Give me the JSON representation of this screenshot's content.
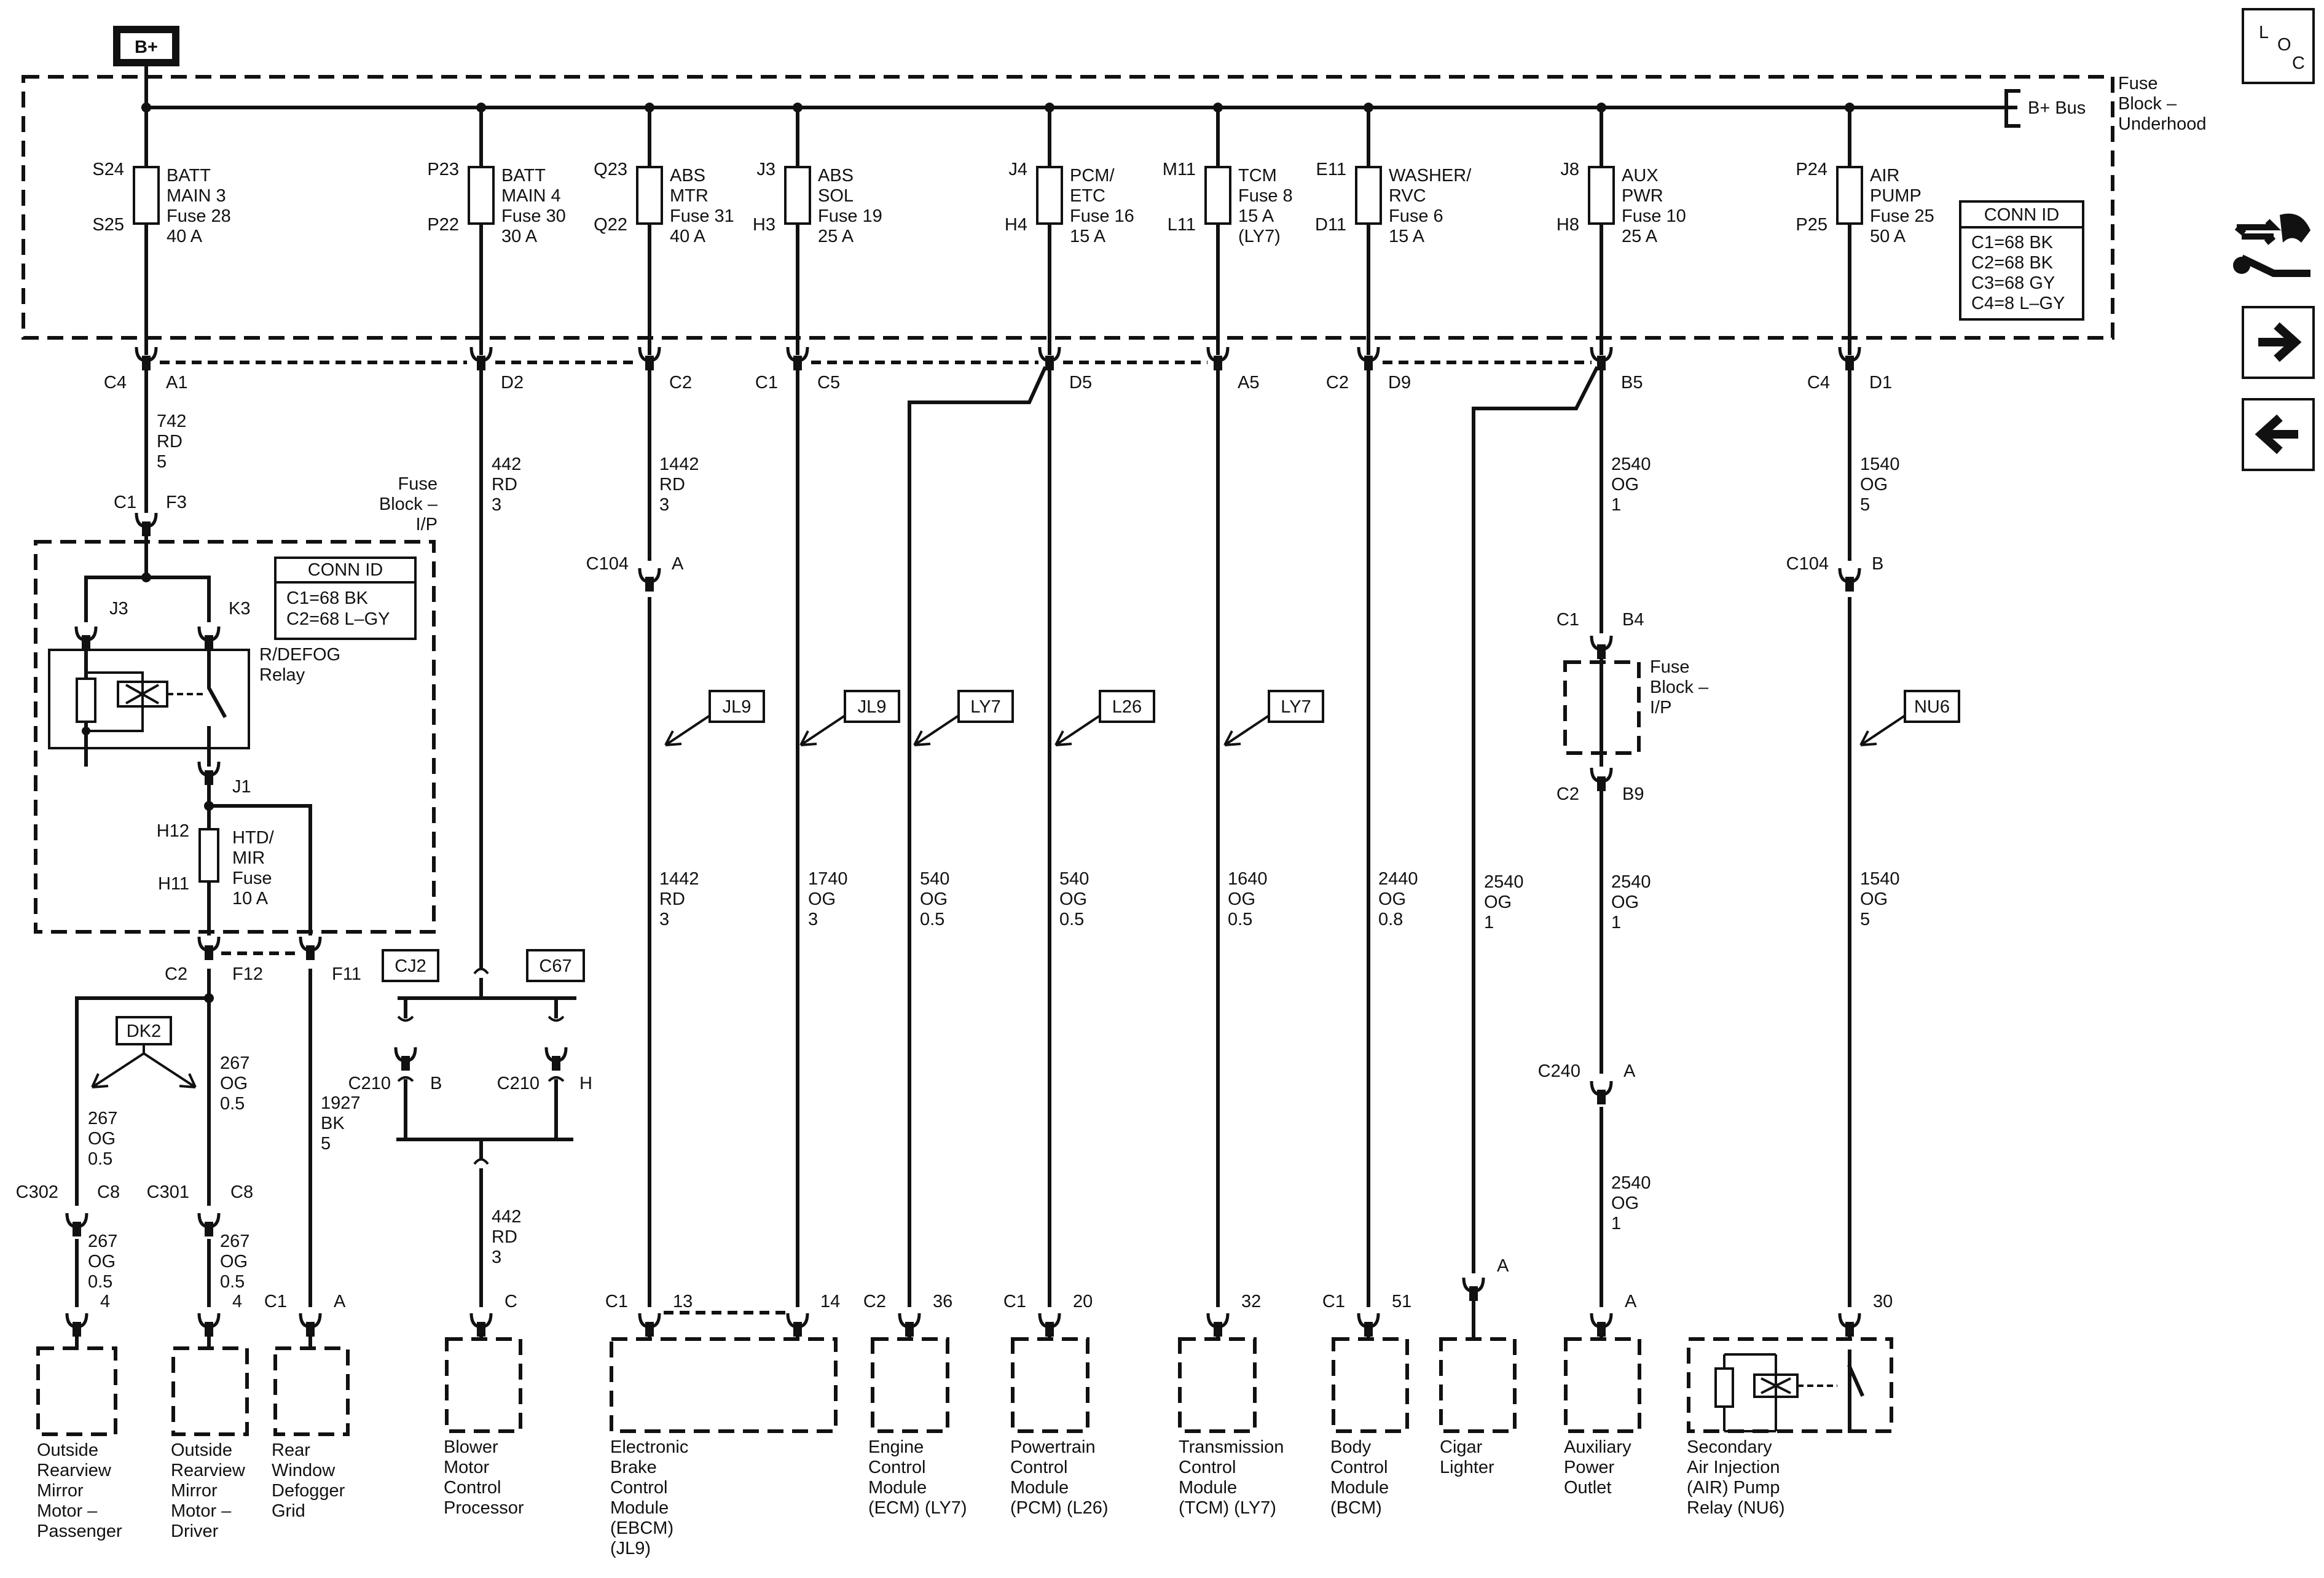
{
  "top": {
    "bplus": "B+",
    "bus_label": "B+ Bus",
    "fuse_block_uh": [
      "Fuse",
      "Block –",
      "Underhood"
    ],
    "conn_id_uh": {
      "title": "CONN ID",
      "rows": [
        "C1=68 BK",
        "C2=68 BK",
        "C3=68 GY",
        "C4=8 L–GY"
      ]
    }
  },
  "fuses": [
    {
      "id": "f1",
      "pin_top": "S24",
      "pin_bot": "S25",
      "label": [
        "BATT",
        "MAIN 3",
        "Fuse 28",
        "40 A"
      ]
    },
    {
      "id": "f2",
      "pin_top": "P23",
      "pin_bot": "P22",
      "label": [
        "BATT",
        "MAIN 4",
        "Fuse 30",
        "30 A"
      ]
    },
    {
      "id": "f3",
      "pin_top": "Q23",
      "pin_bot": "Q22",
      "label": [
        "ABS",
        "MTR",
        "Fuse 31",
        "40 A"
      ]
    },
    {
      "id": "f4",
      "pin_top": "J3",
      "pin_bot": "H3",
      "label": [
        "ABS",
        "SOL",
        "Fuse 19",
        "25 A"
      ]
    },
    {
      "id": "f5",
      "pin_top": "J4",
      "pin_bot": "H4",
      "label": [
        "PCM/",
        "ETC",
        "Fuse 16",
        "15 A"
      ]
    },
    {
      "id": "f6",
      "pin_top": "M11",
      "pin_bot": "L11",
      "label": [
        "TCM",
        "Fuse 8",
        "15 A",
        "(LY7)"
      ]
    },
    {
      "id": "f7",
      "pin_top": "E11",
      "pin_bot": "D11",
      "label": [
        "WASHER/",
        "RVC",
        "Fuse 6",
        "15 A"
      ]
    },
    {
      "id": "f8",
      "pin_top": "J8",
      "pin_bot": "H8",
      "label": [
        "AUX",
        "PWR",
        "Fuse 10",
        "25 A"
      ]
    },
    {
      "id": "f9",
      "pin_top": "P24",
      "pin_bot": "P25",
      "label": [
        "AIR",
        "PUMP",
        "Fuse 25",
        "50 A"
      ]
    }
  ],
  "uh_connectors": [
    {
      "conn": "C4",
      "pin": "A1"
    },
    {
      "conn": "",
      "pin": "D2"
    },
    {
      "conn": "",
      "pin": "C2"
    },
    {
      "conn": "C1",
      "pin": "C5"
    },
    {
      "conn": "",
      "pin": "D5"
    },
    {
      "conn": "",
      "pin": "A5"
    },
    {
      "conn": "C2",
      "pin": "D9"
    },
    {
      "conn": "",
      "pin": "B5"
    },
    {
      "conn": "C4",
      "pin": "D1"
    }
  ],
  "wires": {
    "w742": [
      "742",
      "RD",
      "5"
    ],
    "w442a": [
      "442",
      "RD",
      "3"
    ],
    "w1442a": [
      "1442",
      "RD",
      "3"
    ],
    "w1442b": [
      "1442",
      "RD",
      "3"
    ],
    "w1740": [
      "1740",
      "OG",
      "3"
    ],
    "w540a": [
      "540",
      "OG",
      "0.5"
    ],
    "w540b": [
      "540",
      "OG",
      "0.5"
    ],
    "w1640": [
      "1640",
      "OG",
      "0.5"
    ],
    "w2440": [
      "2440",
      "OG",
      "0.8"
    ],
    "w2540lit": [
      "2540",
      "OG",
      "1"
    ],
    "w2540a": [
      "2540",
      "OG",
      "1"
    ],
    "w2540b": [
      "2540",
      "OG",
      "1"
    ],
    "w2540c": [
      "2540",
      "OG",
      "1"
    ],
    "w1540a": [
      "1540",
      "OG",
      "5"
    ],
    "w1540b": [
      "1540",
      "OG",
      "5"
    ],
    "w267a": [
      "267",
      "OG",
      "0.5"
    ],
    "w267b": [
      "267",
      "OG",
      "0.5"
    ],
    "w267c": [
      "267",
      "OG",
      "0.5"
    ],
    "w267d": [
      "267",
      "OG",
      "0.5"
    ],
    "w1927": [
      "1927",
      "BK",
      "5"
    ],
    "w442b": [
      "442",
      "RD",
      "3"
    ]
  },
  "ip": {
    "c1": "C1",
    "f3": "F3",
    "fuse_block": [
      "Fuse",
      "Block –",
      "I/P"
    ],
    "conn_id": {
      "title": "CONN ID",
      "rows": [
        "C1=68 BK",
        "C2=68 L–GY"
      ]
    },
    "j3": "J3",
    "k3": "K3",
    "j1": "J1",
    "relay": [
      "R/DEFOG",
      "Relay"
    ],
    "h12": "H12",
    "h11": "H11",
    "htd": [
      "HTD/",
      "MIR",
      "Fuse",
      "10 A"
    ],
    "c2": "C2",
    "f12": "F12",
    "f11": "F11"
  },
  "options": {
    "dk2": "DK2",
    "cj2": "CJ2",
    "c67": "C67",
    "jl9a": "JL9",
    "jl9b": "JL9",
    "ly7a": "LY7",
    "l26": "L26",
    "ly7b": "LY7",
    "nu6": "NU6"
  },
  "inline": {
    "c104a": {
      "conn": "C104",
      "pin": "A"
    },
    "c104b": {
      "conn": "C104",
      "pin": "B"
    },
    "c210b": {
      "conn": "C210",
      "pin": "B"
    },
    "c210h": {
      "conn": "C210",
      "pin": "H"
    },
    "ipb4": {
      "conn": "C1",
      "pin": "B4"
    },
    "ipb9": {
      "conn": "C2",
      "pin": "B9"
    },
    "fuse_block_ip2": [
      "Fuse",
      "Block –",
      "I/P"
    ],
    "c240": {
      "conn": "C240",
      "pin": "A"
    },
    "c302": {
      "conn": "C302",
      "pin": "C8"
    },
    "c301": {
      "conn": "C301",
      "pin": "C8"
    }
  },
  "components": {
    "mirror_p": {
      "pin": "4",
      "conn": "",
      "name": [
        "Outside",
        "Rearview",
        "Mirror",
        "Motor –",
        "Passenger"
      ]
    },
    "mirror_d": {
      "pin": "4",
      "conn": "",
      "name": [
        "Outside",
        "Rearview",
        "Mirror",
        "Motor –",
        "Driver"
      ]
    },
    "defog": {
      "pin": "A",
      "conn": "C1",
      "name": [
        "Rear",
        "Window",
        "Defogger",
        "Grid"
      ]
    },
    "blower": {
      "pin": "C",
      "conn": "",
      "name": [
        "Blower",
        "Motor",
        "Control",
        "Processor"
      ]
    },
    "ebcm": {
      "conn": "C1",
      "pin1": "13",
      "pin2": "14",
      "name": [
        "Electronic",
        "Brake",
        "Control",
        "Module",
        "(EBCM)",
        "(JL9)"
      ]
    },
    "ecm": {
      "conn": "C2",
      "pin": "36",
      "name": [
        "Engine",
        "Control",
        "Module",
        "(ECM) (LY7)"
      ]
    },
    "pcm": {
      "conn": "C1",
      "pin": "20",
      "name": [
        "Powertrain",
        "Control",
        "Module",
        "(PCM) (L26)"
      ]
    },
    "tcm": {
      "conn": "",
      "pin": "32",
      "name": [
        "Transmission",
        "Control",
        "Module",
        "(TCM) (LY7)"
      ]
    },
    "bcm": {
      "conn": "C1",
      "pin": "51",
      "name": [
        "Body",
        "Control",
        "Module",
        "(BCM)"
      ]
    },
    "cigar": {
      "conn": "",
      "pin": "A",
      "name": [
        "Cigar",
        "Lighter"
      ]
    },
    "aux": {
      "conn": "",
      "pin": "A",
      "name": [
        "Auxiliary",
        "Power",
        "Outlet"
      ]
    },
    "air": {
      "conn": "",
      "pin": "30",
      "name": [
        "Secondary",
        "Air Injection",
        "(AIR) Pump",
        "Relay (NU6)"
      ]
    }
  },
  "nav": {
    "loc": [
      "L",
      "O",
      "C"
    ],
    "icons": [
      "repair-icon",
      "next-page-icon",
      "previous-page-icon"
    ]
  }
}
